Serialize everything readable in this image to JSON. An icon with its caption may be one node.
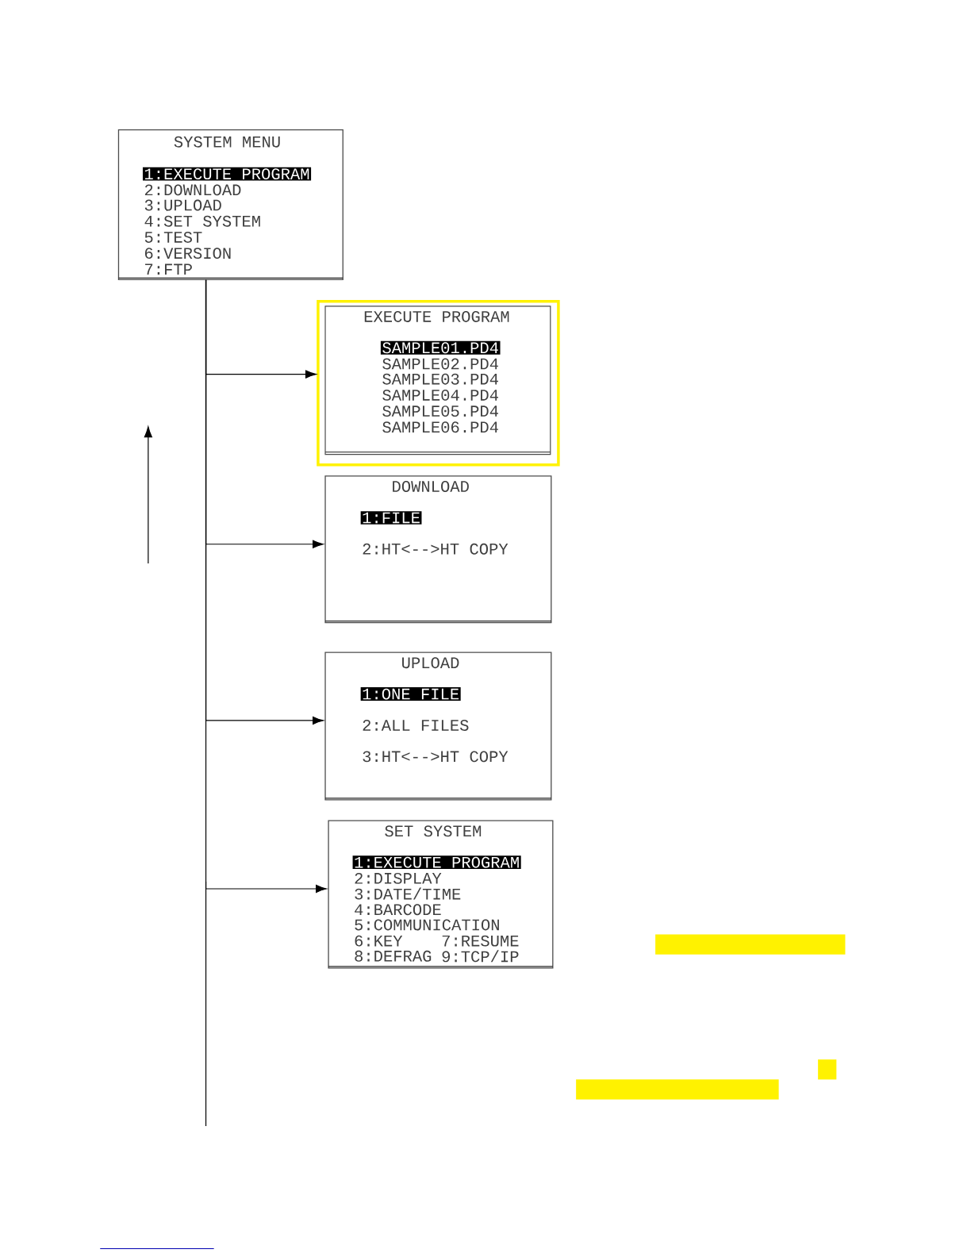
{
  "diagram": {
    "nodes": [
      {
        "text": [
          "SYSTEM MENU",
          "1:EXECUTE PROGRAM",
          "2:DOWNLOAD",
          "3:UPLOAD",
          "4:SET SYSTEM",
          "5:TEST",
          "6:VERSION",
          "7:FTP"
        ]
      },
      {
        "text": [
          "EXECUTE PROGRAM",
          "SAMPLE01.PD4",
          "SAMPLE02.PD4",
          "SAMPLE03.PD4",
          "SAMPLE04.PD4",
          "SAMPLE05.PD4",
          "SAMPLE06.PD4"
        ]
      },
      {
        "text": [
          "DOWNLOAD",
          "1:FILE",
          "2:HT<-->HT COPY"
        ]
      },
      {
        "text": [
          "UPLOAD",
          "1:ONE FILE",
          "2:ALL FILES",
          "3:HT<-->HT COPY"
        ]
      },
      {
        "text": [
          "SET SYSTEM",
          "1:EXECUTE PROGRAM",
          "2:DISPLAY",
          "3:DATE/TIME",
          "4:BARCODE",
          "5:COMMUNICATION",
          "6:KEY",
          "7:RESUME",
          "8:DEFRAG",
          "9:TCP/IP"
        ]
      }
    ],
    "edges": [
      {
        "from": 0,
        "to": 1,
        "arrow": "to"
      },
      {
        "from": 0,
        "to": 2,
        "arrow": "to"
      },
      {
        "from": 0,
        "to": 3,
        "arrow": "to"
      },
      {
        "from": 0,
        "to": 4,
        "arrow": "to"
      }
    ]
  }
}
